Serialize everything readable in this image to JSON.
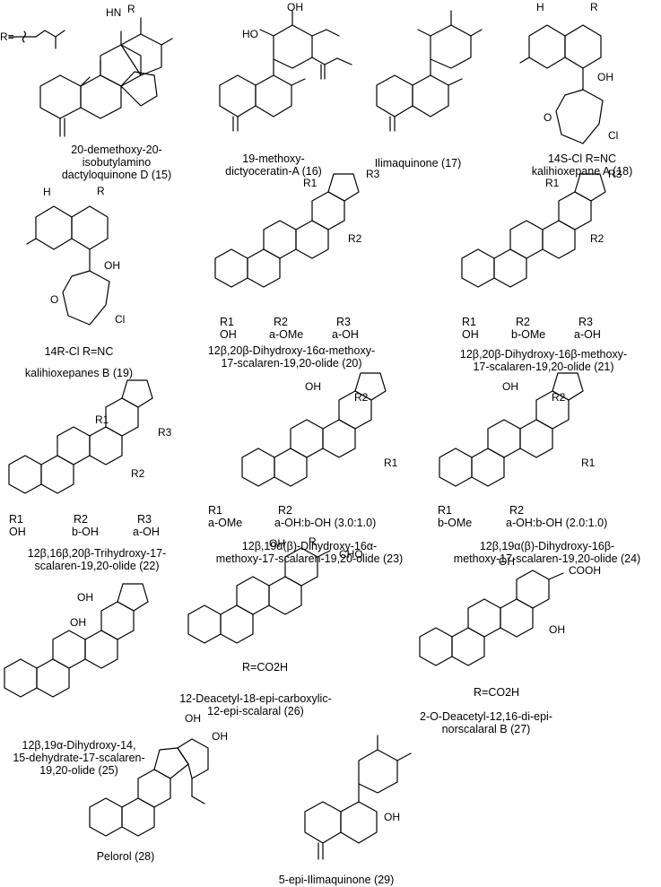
{
  "labels": {
    "c15": [
      "20-demethoxy-20-",
      "isobutylamino",
      "dactyloquinone D (15)"
    ],
    "c16": [
      "19-methoxy-",
      "dictyoceratin-A (16)"
    ],
    "c17": [
      "Ilimaquinone (17)"
    ],
    "c18": [
      "14S-Cl   R=NC",
      "kalihioxepane A (18)"
    ],
    "c19": [
      "14R-Cl     R=NC",
      "kalihioxepanes B (19)"
    ],
    "c20": [
      "12β,20β-Dihydroxy-16α-methoxy-",
      "17-scalaren-19,20-olide (20)"
    ],
    "c21": [
      "12β,20β-Dihydroxy-16β-methoxy-",
      "17-scalaren-19,20-olide (21)"
    ],
    "c22": [
      "12β,16β,20β-Trihydroxy-17-",
      "scalaren-19,20-olide (22)"
    ],
    "c23": [
      "12β,19α(β)-Dihydroxy-16α-",
      "methoxy-17-scalaren-19,20-olide (23)"
    ],
    "c24": [
      "12β,19α(β)-Dihydroxy-16β-",
      "methoxy-17-scalaren-19,20-olide (24)"
    ],
    "c25": [
      "12β,19α-Dihydroxy-14,",
      "15-dehydrate-17-scalaren-",
      "19,20-olide (25)"
    ],
    "c26": [
      "12-Deacetyl-18-epi-carboxylic-",
      "12-epi-scalaral (26)"
    ],
    "c27": [
      "2-O-Deacetyl-12,16-di-epi-",
      "norscalaral B (27)"
    ],
    "c28": [
      "Pelorol (28)"
    ],
    "c29": [
      "5-epi-Ilimaquinone (29)"
    ]
  },
  "tables": {
    "t20": {
      "head": [
        "R1",
        "R2",
        "R3"
      ],
      "row": [
        "OH",
        "a-OMe",
        "a-OH"
      ]
    },
    "t21": {
      "head": [
        "R1",
        "R2",
        "R3"
      ],
      "row": [
        "OH",
        "b-OMe",
        "a-OH"
      ]
    },
    "t22": {
      "head": [
        "R1",
        "R2",
        "R3"
      ],
      "row": [
        "OH",
        "b-OH",
        "a-OH"
      ]
    },
    "t23": {
      "head": [
        "R1",
        "R2"
      ],
      "row": [
        "a-OMe",
        "a-OH:b-OH (3.0:1.0)"
      ]
    },
    "t24": {
      "head": [
        "R1",
        "R2"
      ],
      "row": [
        "b-OMe",
        "a-OH:b-OH (2.0:1.0)"
      ]
    }
  },
  "notes": {
    "r_def": "R=",
    "r26": "R=CO2H",
    "r27": "R=CO2H"
  },
  "atoms": {
    "hn_r": "HN",
    "r": "R",
    "oh": "OH",
    "ho": "HO",
    "o": "O",
    "h": "H",
    "cl": "Cl",
    "r1": "R1",
    "r2": "R2",
    "r3": "R3",
    "cho": "CHO",
    "cooh": "COOH"
  }
}
